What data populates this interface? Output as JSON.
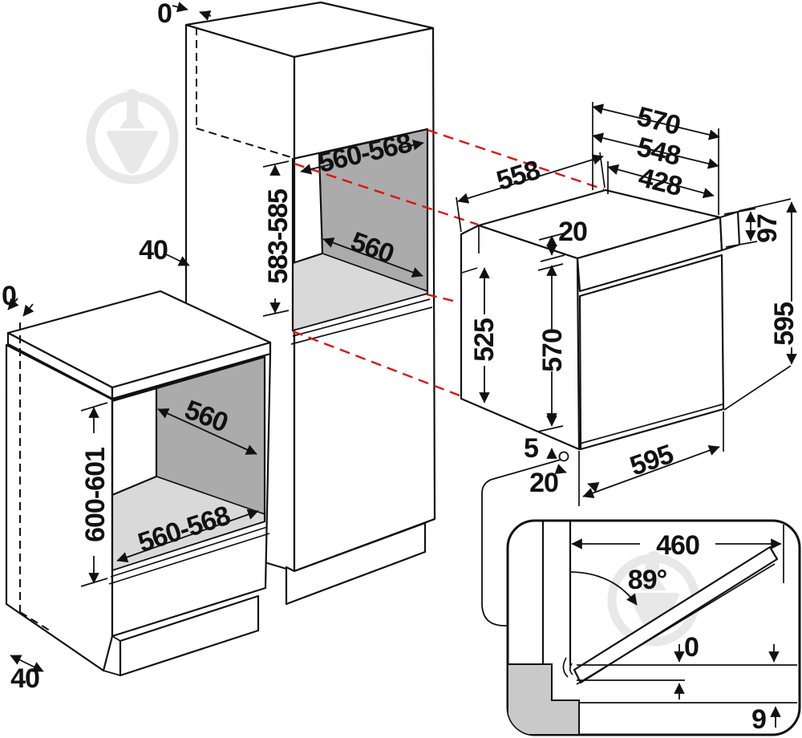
{
  "diagram": {
    "type": "built-in oven installation dimensions drawing",
    "units": "mm",
    "palette": {
      "line": "#111111",
      "projection_dash": "#e01212",
      "niche_back": "#ababab",
      "niche_shelf": "#d9d9d9",
      "counter_gray": "#c9c9c9",
      "watermark": "#e8e8e8"
    }
  },
  "tall_cabinet": {
    "top_gap": "0",
    "niche_width": "560-568",
    "niche_height": "583-585",
    "wall_clearance": "40",
    "niche_depth": "560"
  },
  "base_cabinet": {
    "wall_gap": "0",
    "niche_depth": "560",
    "niche_height": "600-601",
    "niche_width": "560-568",
    "plinth_recess": "40"
  },
  "oven": {
    "body_depth": "558",
    "overall_width_top": "570",
    "body_width": "548",
    "vent_width": "428",
    "top_clearance": "20",
    "panel_height": "97",
    "body_height": "525",
    "door_height": "570",
    "overall_height": "595",
    "overall_width": "595",
    "bottom_gap": "5",
    "front_projection": "20"
  },
  "door_detail": {
    "open_depth": "460",
    "opening_angle": "89°",
    "zero_clearance": "0",
    "overhang": "9"
  }
}
